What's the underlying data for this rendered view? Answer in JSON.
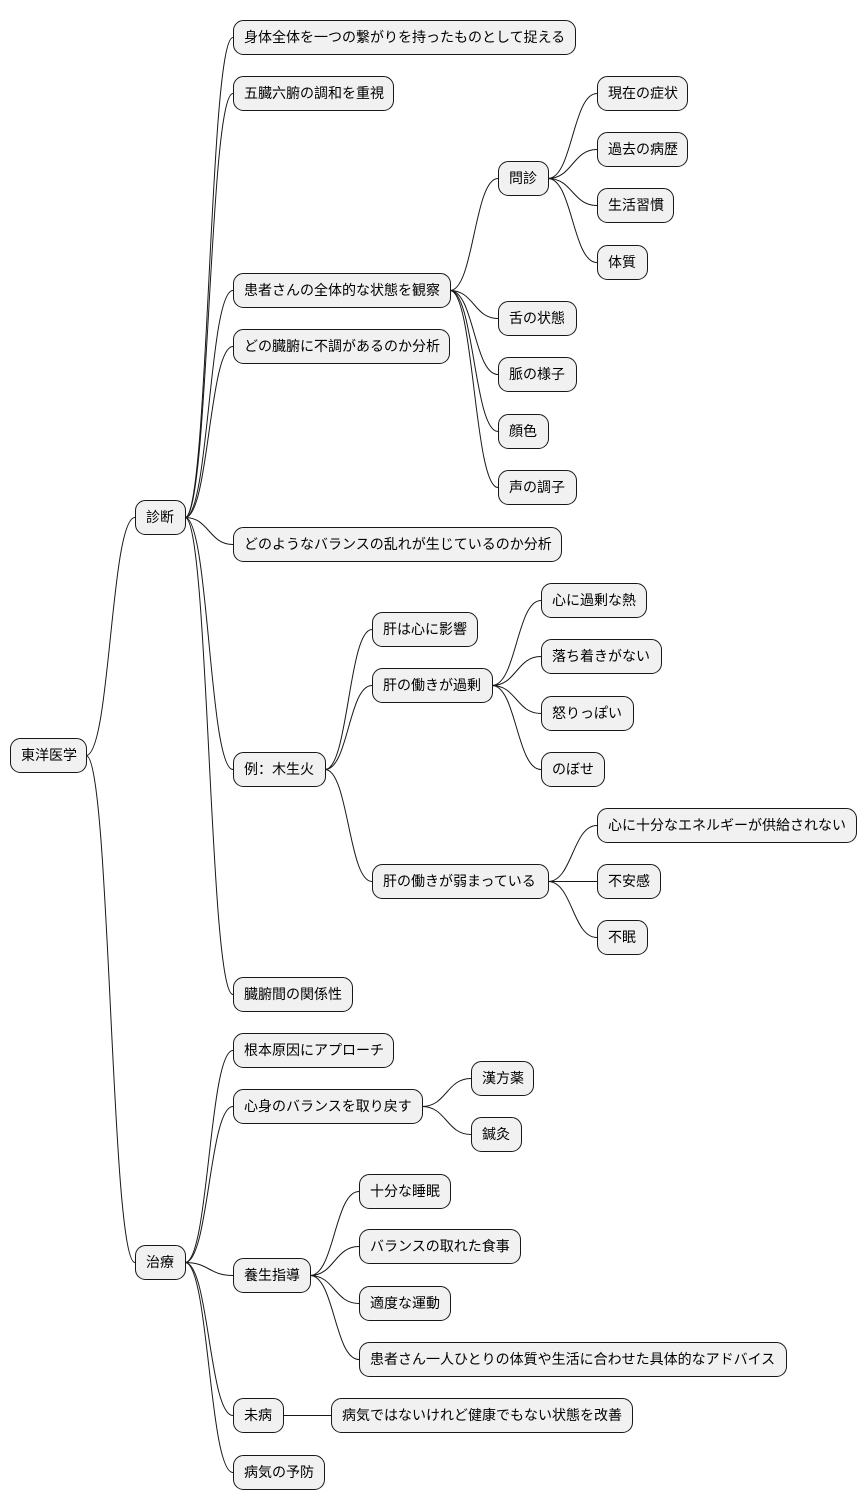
{
  "mindmap": {
    "root": {
      "id": "root",
      "label": "東洋医学",
      "children": [
        {
          "id": "diagnosis",
          "label": "診断",
          "children": [
            {
              "id": "d1",
              "label": "身体全体を一つの繋がりを持ったものとして捉える"
            },
            {
              "id": "d2",
              "label": "五臓六腑の調和を重視"
            },
            {
              "id": "d3",
              "label": "患者さんの全体的な状態を観察",
              "children": [
                {
                  "id": "d3a",
                  "label": "問診",
                  "children": [
                    {
                      "id": "d3a1",
                      "label": "現在の症状"
                    },
                    {
                      "id": "d3a2",
                      "label": "過去の病歴"
                    },
                    {
                      "id": "d3a3",
                      "label": "生活習慣"
                    },
                    {
                      "id": "d3a4",
                      "label": "体質"
                    }
                  ]
                },
                {
                  "id": "d3b",
                  "label": "舌の状態"
                },
                {
                  "id": "d3c",
                  "label": "脈の様子"
                },
                {
                  "id": "d3d",
                  "label": "顔色"
                },
                {
                  "id": "d3e",
                  "label": "声の調子"
                }
              ]
            },
            {
              "id": "d4",
              "label": "どの臓腑に不調があるのか分析"
            },
            {
              "id": "d5",
              "label": "どのようなバランスの乱れが生じているのか分析"
            },
            {
              "id": "d6",
              "label": "例：木生火",
              "children": [
                {
                  "id": "d6a",
                  "label": "肝は心に影響"
                },
                {
                  "id": "d6b",
                  "label": "肝の働きが過剰",
                  "children": [
                    {
                      "id": "d6b1",
                      "label": "心に過剰な熱"
                    },
                    {
                      "id": "d6b2",
                      "label": "落ち着きがない"
                    },
                    {
                      "id": "d6b3",
                      "label": "怒りっぽい"
                    },
                    {
                      "id": "d6b4",
                      "label": "のぼせ"
                    }
                  ]
                },
                {
                  "id": "d6c",
                  "label": "肝の働きが弱まっている",
                  "children": [
                    {
                      "id": "d6c1",
                      "label": "心に十分なエネルギーが供給されない"
                    },
                    {
                      "id": "d6c2",
                      "label": "不安感"
                    },
                    {
                      "id": "d6c3",
                      "label": "不眠"
                    }
                  ]
                }
              ]
            },
            {
              "id": "d7",
              "label": "臓腑間の関係性"
            }
          ]
        },
        {
          "id": "treatment",
          "label": "治療",
          "children": [
            {
              "id": "t1",
              "label": "根本原因にアプローチ"
            },
            {
              "id": "t2",
              "label": "心身のバランスを取り戻す",
              "children": [
                {
                  "id": "t2a",
                  "label": "漢方薬"
                },
                {
                  "id": "t2b",
                  "label": "鍼灸"
                }
              ]
            },
            {
              "id": "t3",
              "label": "養生指導",
              "children": [
                {
                  "id": "t3a",
                  "label": "十分な睡眠"
                },
                {
                  "id": "t3b",
                  "label": "バランスの取れた食事"
                },
                {
                  "id": "t3c",
                  "label": "適度な運動"
                },
                {
                  "id": "t3d",
                  "label": "患者さん一人ひとりの体質や生活に合わせた具体的なアドバイス"
                }
              ]
            },
            {
              "id": "t4",
              "label": "未病",
              "children": [
                {
                  "id": "t4a",
                  "label": "病気ではないけれど健康でもない状態を改善"
                }
              ]
            },
            {
              "id": "t5",
              "label": "病気の予防"
            }
          ]
        }
      ]
    }
  }
}
